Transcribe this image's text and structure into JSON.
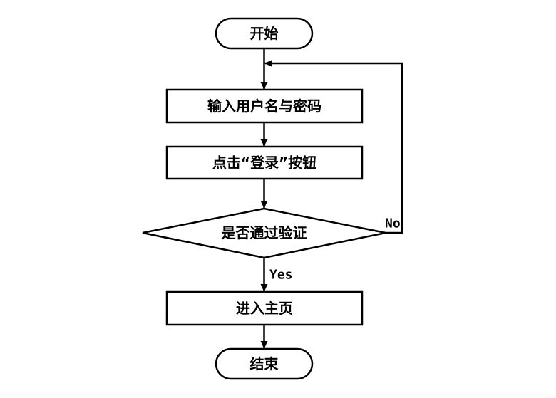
{
  "nodes": {
    "start": {
      "label": "开始"
    },
    "input": {
      "label": "输入用户名与密码"
    },
    "click": {
      "label": "点击“登录”按钮"
    },
    "decision": {
      "label": "是否通过验证"
    },
    "home": {
      "label": "进入主页"
    },
    "end": {
      "label": "结束"
    }
  },
  "edges": {
    "yes_label": "Yes",
    "no_label": "No"
  },
  "colors": {
    "stroke": "#000000",
    "fill": "#ffffff"
  }
}
